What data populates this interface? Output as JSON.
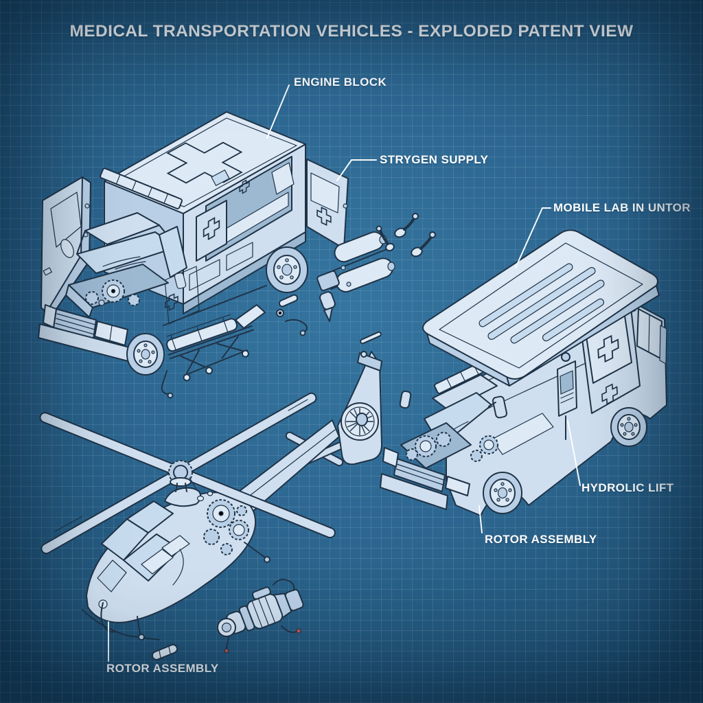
{
  "title": "MEDICAL TRANSPORTATION VEHICLES - EXPLODED PATENT VIEW",
  "callouts": {
    "engine_block": "ENGINE BLOCK",
    "oxygen_supply": "STRYGEN SUPPLY",
    "mobile_lab_interior": "MOBILE LAB IN UNTOR",
    "hydraulic_lift": "HYDROLIC LIFT",
    "rotor_assembly_van": "ROTOR ASSEMBLY",
    "rotor_assembly_helicopter": "ROTOR ASSEMBLY"
  },
  "figures": {
    "ambulance": "ambulance-exploded-view",
    "mobile_lab_van": "mobile-lab-van-exploded-view",
    "helicopter": "medical-helicopter-exploded-view"
  },
  "colors": {
    "background": "#2b6292",
    "grid_line": "#c6e2f4",
    "line_art": "#1f3347",
    "vehicle_fill": "#cfdfef",
    "vehicle_fill_light": "#dde9f5",
    "vehicle_fill_shade": "#b9cfe5",
    "vehicle_fill_dark": "#9db9d2",
    "label_text": "#ffffff",
    "accent_red": "#c4554d"
  }
}
